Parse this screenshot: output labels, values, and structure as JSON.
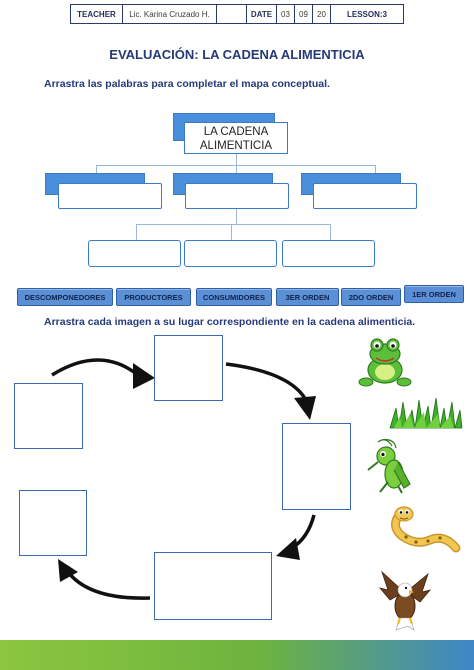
{
  "header": {
    "teacher_label": "TEACHER",
    "teacher_value": "Lic. Karina Cruzado H.",
    "date_label": "DATE",
    "date_day": "03",
    "date_month": "09",
    "date_year": "20",
    "lesson_label": "LESSON:3"
  },
  "title": "EVALUACIÓN: LA CADENA ALIMENTICIA",
  "instructions": {
    "map": "Arrastra las palabras para completar el mapa conceptual.",
    "cycle": "Arrastra cada imagen a su lugar correspondiente en la cadena alimenticia."
  },
  "concept_map": {
    "root_line1": "LA CADENA",
    "root_line2": "ALIMENTICIA"
  },
  "word_bank": [
    "DESCOMPONEDORES",
    "PRODUCTORES",
    "CONSUMIDORES",
    "3ER ORDEN",
    "2DO ORDEN",
    "1ER ORDEN"
  ],
  "images": [
    "frog",
    "grass",
    "grasshopper",
    "snake",
    "eagle"
  ],
  "colors": {
    "accent_blue": "#4a8fdc",
    "chip_blue": "#5b8fd6",
    "title_blue": "#263a7a",
    "footer_green": "#8cc63f"
  }
}
